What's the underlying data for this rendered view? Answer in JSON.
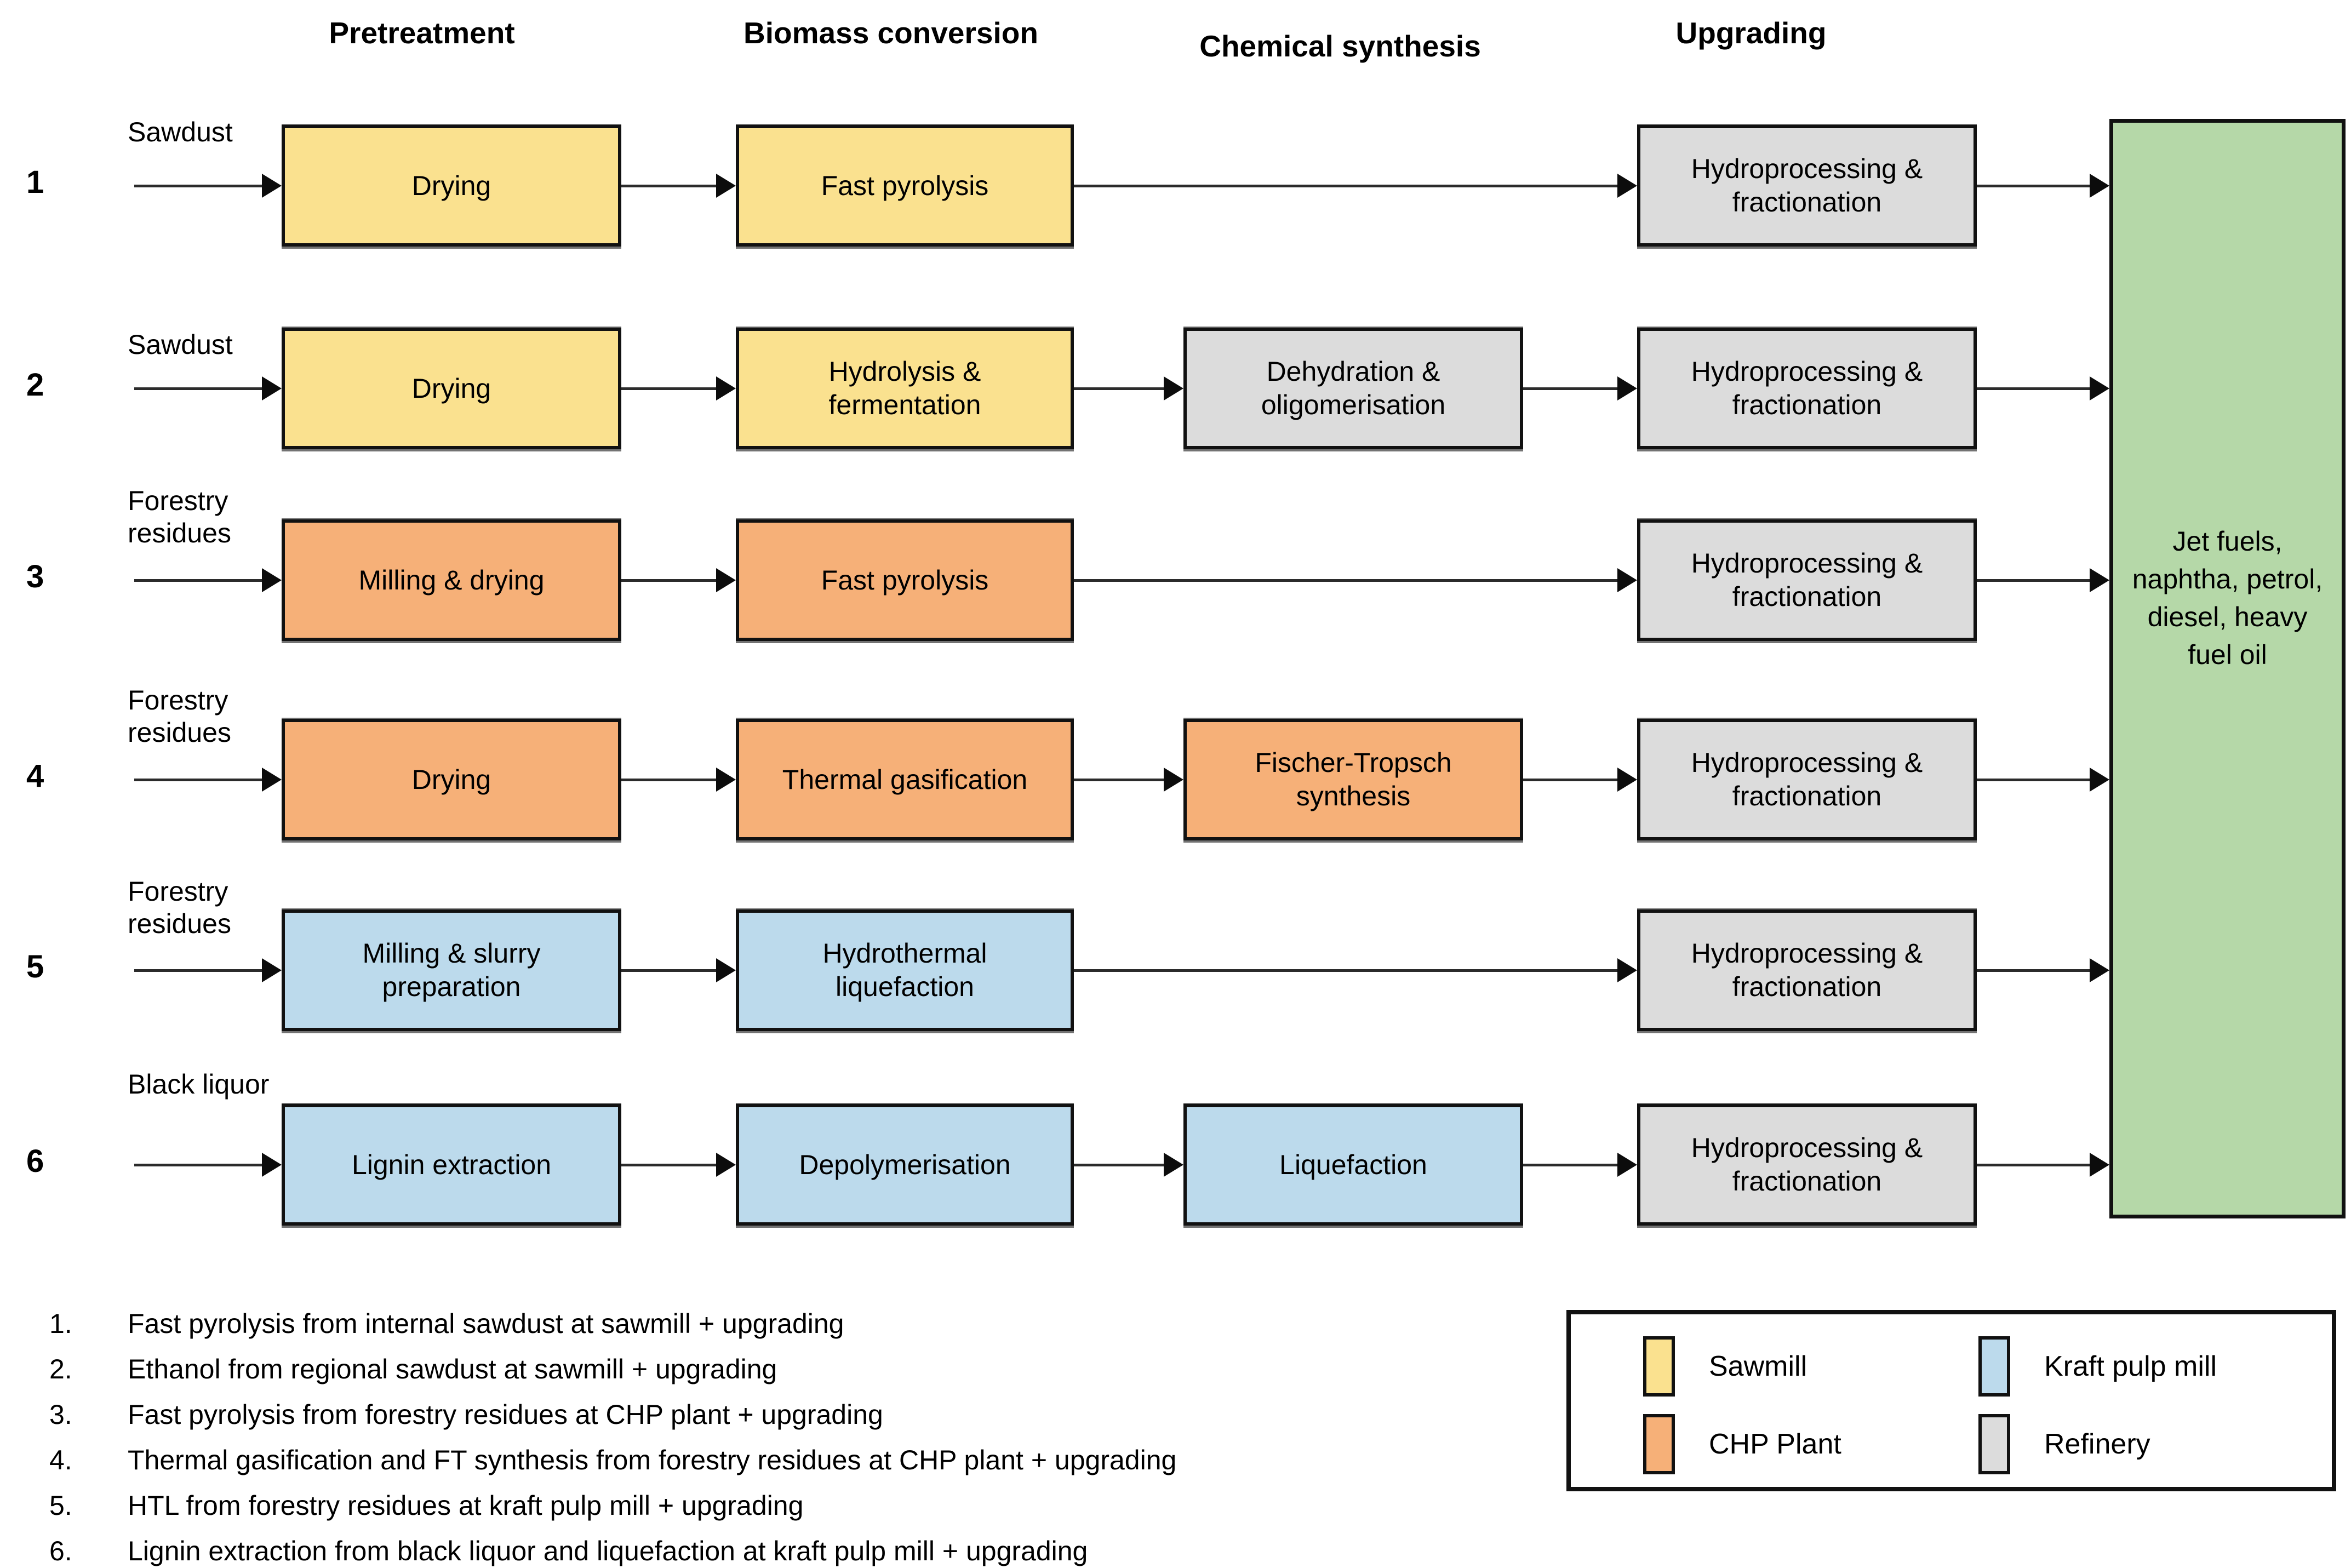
{
  "headers": {
    "pretreatment": "Pretreatment",
    "biomass_conversion": "Biomass conversion",
    "chemical_synthesis": "Chemical synthesis",
    "upgrading": "Upgrading"
  },
  "colors": {
    "sawmill": "#FAE18F",
    "chp_plant": "#F6B078",
    "kraft_pulp_mill": "#BCDAEC",
    "refinery": "#DCDCDC",
    "output": "#B5D8A8"
  },
  "rows": [
    {
      "number": "1",
      "source": "Sawdust",
      "pretreatment": {
        "label": "Drying",
        "facility": "sawmill"
      },
      "conversion": {
        "label": "Fast pyrolysis",
        "facility": "sawmill"
      },
      "synthesis": null,
      "upgrading": {
        "label": "Hydroprocessing & fractionation",
        "facility": "refinery"
      }
    },
    {
      "number": "2",
      "source": "Sawdust",
      "pretreatment": {
        "label": "Drying",
        "facility": "sawmill"
      },
      "conversion": {
        "label": "Hydrolysis & fermentation",
        "facility": "sawmill"
      },
      "synthesis": {
        "label": "Dehydration & oligomerisation",
        "facility": "refinery"
      },
      "upgrading": {
        "label": "Hydroprocessing & fractionation",
        "facility": "refinery"
      }
    },
    {
      "number": "3",
      "source": "Forestry residues",
      "pretreatment": {
        "label": "Milling & drying",
        "facility": "chp_plant"
      },
      "conversion": {
        "label": "Fast pyrolysis",
        "facility": "chp_plant"
      },
      "synthesis": null,
      "upgrading": {
        "label": "Hydroprocessing & fractionation",
        "facility": "refinery"
      }
    },
    {
      "number": "4",
      "source": "Forestry residues",
      "pretreatment": {
        "label": "Drying",
        "facility": "chp_plant"
      },
      "conversion": {
        "label": "Thermal gasification",
        "facility": "chp_plant"
      },
      "synthesis": {
        "label": "Fischer-Tropsch synthesis",
        "facility": "chp_plant"
      },
      "upgrading": {
        "label": "Hydroprocessing & fractionation",
        "facility": "refinery"
      }
    },
    {
      "number": "5",
      "source": "Forestry residues",
      "pretreatment": {
        "label": "Milling & slurry preparation",
        "facility": "kraft_pulp_mill"
      },
      "conversion": {
        "label": "Hydrothermal liquefaction",
        "facility": "kraft_pulp_mill"
      },
      "synthesis": null,
      "upgrading": {
        "label": "Hydroprocessing & fractionation",
        "facility": "refinery"
      }
    },
    {
      "number": "6",
      "source": "Black liquor",
      "pretreatment": {
        "label": "Lignin extraction",
        "facility": "kraft_pulp_mill"
      },
      "conversion": {
        "label": "Depolymerisation",
        "facility": "kraft_pulp_mill"
      },
      "synthesis": {
        "label": "Liquefaction",
        "facility": "kraft_pulp_mill"
      },
      "upgrading": {
        "label": "Hydroprocessing & fractionation",
        "facility": "refinery"
      }
    }
  ],
  "output": {
    "label": "Jet fuels, naphtha, petrol, diesel, heavy fuel oil",
    "lines": [
      "Jet fuels,",
      "naphtha, petrol,",
      "diesel, heavy",
      "fuel oil"
    ]
  },
  "footnotes": [
    {
      "num": "1.",
      "text": "Fast pyrolysis from internal sawdust at sawmill + upgrading"
    },
    {
      "num": "2.",
      "text": "Ethanol from regional sawdust at sawmill + upgrading"
    },
    {
      "num": "3.",
      "text": "Fast pyrolysis from forestry residues at CHP plant + upgrading"
    },
    {
      "num": "4.",
      "text": "Thermal gasification and FT synthesis from forestry residues at CHP plant + upgrading"
    },
    {
      "num": "5.",
      "text": "HTL from forestry residues at kraft pulp mill + upgrading"
    },
    {
      "num": "6.",
      "text": "Lignin extraction from black liquor and liquefaction at kraft pulp mill + upgrading"
    }
  ],
  "legend": {
    "items": [
      {
        "label": "Sawmill",
        "facility": "sawmill"
      },
      {
        "label": "Kraft pulp mill",
        "facility": "kraft_pulp_mill"
      },
      {
        "label": "CHP Plant",
        "facility": "chp_plant"
      },
      {
        "label": "Refinery",
        "facility": "refinery"
      }
    ]
  }
}
